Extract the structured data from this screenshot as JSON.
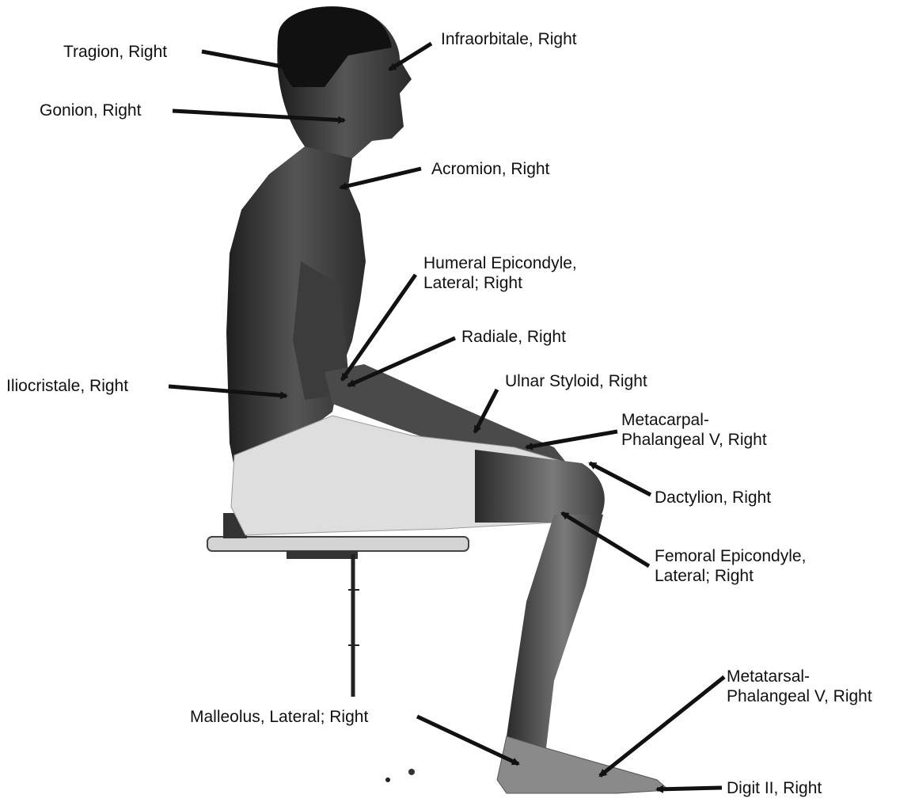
{
  "colors": {
    "ink": "#111111",
    "skin_dark": "#2a2a2a",
    "skin_mid": "#6a6a6a",
    "shorts": "#dcdcdc",
    "stool": "#cfcfcf"
  },
  "illustration": {
    "subject": "seated-figure-photo",
    "icon": "seated-person-silhouette"
  },
  "labels": [
    {
      "id": "tragion",
      "lines": [
        "Tragion, Right"
      ]
    },
    {
      "id": "infraorbitale",
      "lines": [
        "Infraorbitale, Right"
      ]
    },
    {
      "id": "gonion",
      "lines": [
        "Gonion, Right"
      ]
    },
    {
      "id": "acromion",
      "lines": [
        "Acromion, Right"
      ]
    },
    {
      "id": "humeral",
      "lines": [
        "Humeral Epicondyle,",
        "Lateral; Right"
      ]
    },
    {
      "id": "radiale",
      "lines": [
        "Radiale, Right"
      ]
    },
    {
      "id": "iliocristale",
      "lines": [
        "Iliocristale, Right"
      ]
    },
    {
      "id": "ulnar",
      "lines": [
        "Ulnar Styloid, Right"
      ]
    },
    {
      "id": "metacarpal",
      "lines": [
        "Metacarpal-",
        "Phalangeal V, Right"
      ]
    },
    {
      "id": "dactylion",
      "lines": [
        "Dactylion, Right"
      ]
    },
    {
      "id": "femoral",
      "lines": [
        "Femoral Epicondyle,",
        "Lateral; Right"
      ]
    },
    {
      "id": "metatarsal",
      "lines": [
        "Metatarsal-",
        "Phalangeal V, Right"
      ]
    },
    {
      "id": "malleolus",
      "lines": [
        "Malleolus, Lateral; Right"
      ]
    },
    {
      "id": "digit",
      "lines": [
        "Digit II, Right"
      ]
    }
  ]
}
